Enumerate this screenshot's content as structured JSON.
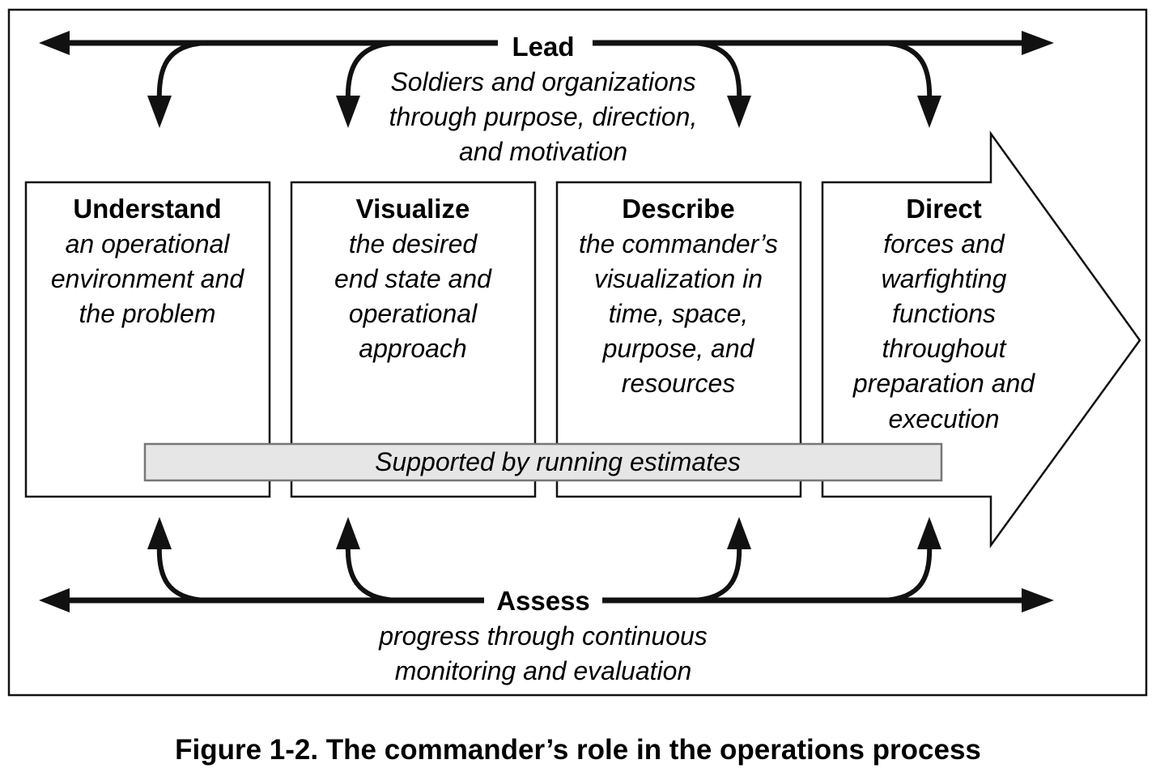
{
  "lead": {
    "label": "Lead",
    "lines": [
      "Soldiers and organizations",
      "through purpose, direction,",
      "and motivation"
    ]
  },
  "assess": {
    "label": "Assess",
    "lines": [
      "progress through continuous",
      "monitoring and evaluation"
    ]
  },
  "steps": [
    {
      "title": "Understand",
      "lines": [
        "an operational",
        "environment and",
        "the problem"
      ]
    },
    {
      "title": "Visualize",
      "lines": [
        "the desired",
        "end state and",
        "operational",
        "approach"
      ]
    },
    {
      "title": "Describe",
      "lines": [
        "the commander’s",
        "visualization in",
        "time, space,",
        "purpose, and",
        "resources"
      ]
    },
    {
      "title": "Direct",
      "lines": [
        "forces and",
        "warfighting",
        "functions",
        "throughout",
        "preparation and",
        "execution"
      ]
    }
  ],
  "support_bar": "Supported by running estimates",
  "caption": "Figure 1-2. The commander’s role in the operations process",
  "colors": {
    "line": "#111111",
    "bar_fill": "#e6e6e6",
    "bar_stroke": "#777777"
  }
}
